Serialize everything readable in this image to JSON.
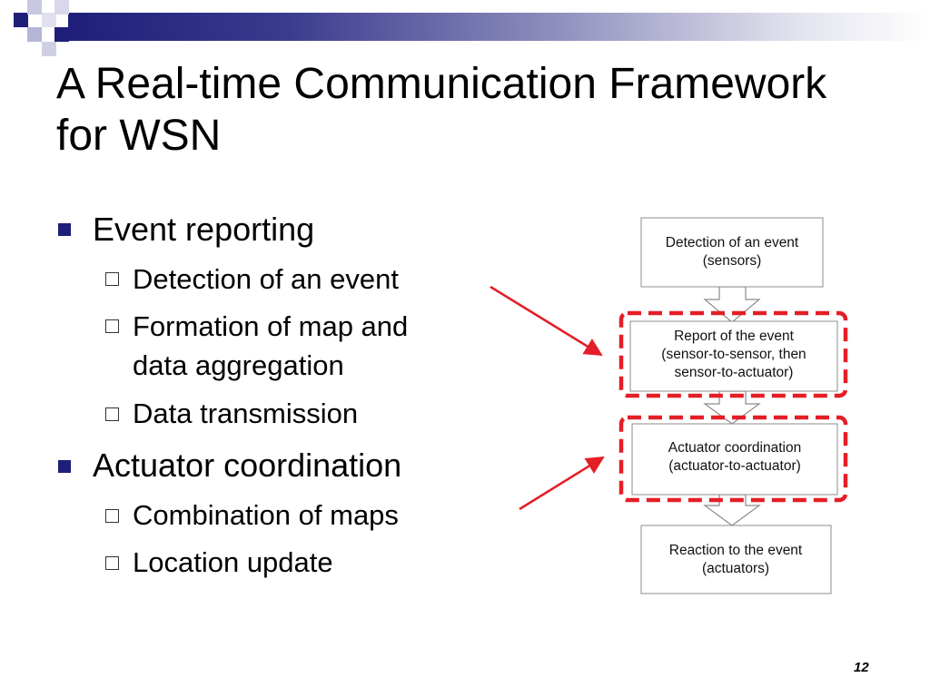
{
  "title": "A Real-time Communication Framework for WSN",
  "outline": [
    {
      "label": "Event reporting",
      "children": [
        "Detection of an event",
        "Formation of map and",
        "data aggregation",
        "Data transmission"
      ]
    },
    {
      "label": "Actuator coordination",
      "children": [
        "Combination of maps",
        "Location update"
      ]
    }
  ],
  "diagram": {
    "steps": [
      {
        "lines": [
          "Detection of an event",
          "(sensors)"
        ]
      },
      {
        "lines": [
          "Report of the event",
          "(sensor-to-sensor, then",
          "sensor-to-actuator)"
        ]
      },
      {
        "lines": [
          "Actuator coordination",
          "(actuator-to-actuator)"
        ]
      },
      {
        "lines": [
          "Reaction to the event",
          "(actuators)"
        ]
      }
    ],
    "highlight_color": "#e41e26",
    "arrow_color": "#e41e26"
  },
  "page_number": "12",
  "colors": {
    "accent": "#1f1f7a"
  }
}
